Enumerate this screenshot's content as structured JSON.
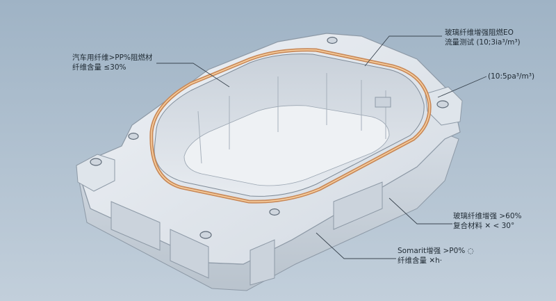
{
  "callouts": {
    "top_left": {
      "line1": "汽车用纤维>PP%阻燃材",
      "line2": "纤维含量 ≤30%"
    },
    "top_right": {
      "line1": "玻璃纤维增强阻燃EO",
      "line2": "流量测试 (10;3ia³/m³)"
    },
    "right_mid": {
      "line1": "(10:5pa³/m³)"
    },
    "lower_right": {
      "line1": "玻璃纤维增强 >60%",
      "line2": "复合材料 ✕ < 30°"
    },
    "bottom": {
      "line1": "Somarit增强 >P0% ◌",
      "line2": "纤维含量 ✕h·"
    }
  },
  "colors": {
    "background": "#aebfce",
    "body_top": "#e2e7ed",
    "body_side": "#c9d1da",
    "seal_ring": "#c98a5a",
    "seal_glow": "#ffd9a8",
    "leader": "#3a4550"
  }
}
